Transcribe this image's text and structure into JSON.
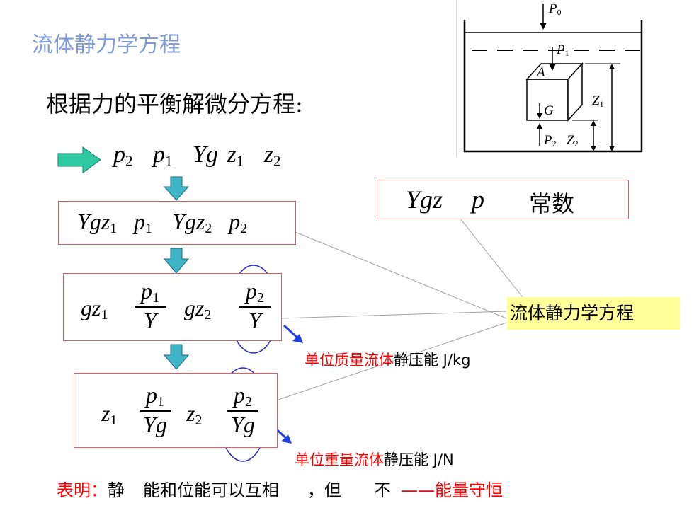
{
  "title": "流体静力学方程",
  "lead": "根据力的平衡解微分方程:",
  "eq1": {
    "p2": "p",
    "p2_sub": "2",
    "p1": "p",
    "p1_sub": "1",
    "yg": "Yg",
    "z1": "z",
    "z1_sub": "1",
    "z2": "z",
    "z2_sub": "2"
  },
  "box1": {
    "t1": "Ygz",
    "t1_sub": "1",
    "t2": "p",
    "t2_sub": "1",
    "t3": "Ygz",
    "t3_sub": "2",
    "t4": "p",
    "t4_sub": "2"
  },
  "box2": {
    "t1": "gz",
    "t1_sub": "1",
    "f1_num": "p",
    "f1_num_sub": "1",
    "f1_den": "Y",
    "t2": "gz",
    "t2_sub": "2",
    "f2_num": "p",
    "f2_num_sub": "2",
    "f2_den": "Y"
  },
  "box3": {
    "t1": "z",
    "t1_sub": "1",
    "f1_num": "p",
    "f1_num_sub": "1",
    "f1_den": "Yg",
    "t2": "z",
    "t2_sub": "2",
    "f2_num": "p",
    "f2_num_sub": "2",
    "f2_den": "Yg"
  },
  "box_const": {
    "expr1": "Ygz",
    "expr2": "p",
    "label": "常数"
  },
  "callout": "流体静力学方程",
  "note1": {
    "red": "单位质量流体",
    "black": "静压能 J/kg"
  },
  "note2": {
    "red": "单位重量流体",
    "black": "静压能 J/N"
  },
  "bottom": {
    "red1": "表明：",
    "black1": "静",
    "black2": "能和位能可以互相",
    "black3": "，但",
    "black4": "不",
    "red2": "——能量守恒"
  },
  "diagram": {
    "p0": "P",
    "p0_sub": "0",
    "p1": "P",
    "p1_sub": "1",
    "a": "A",
    "g": "G",
    "p2": "P",
    "p2_sub": "2",
    "z1": "Z",
    "z1_sub": "1",
    "z2": "Z",
    "z2_sub": "2"
  },
  "colors": {
    "title": "#7f9ad8",
    "box_border": "#e06060",
    "arrow_green": "#2ec9a0",
    "arrow_teal": "#3fb6c8",
    "highlight": "#ffff99",
    "ellipse": "#2a2acf",
    "red": "#ff0000"
  }
}
